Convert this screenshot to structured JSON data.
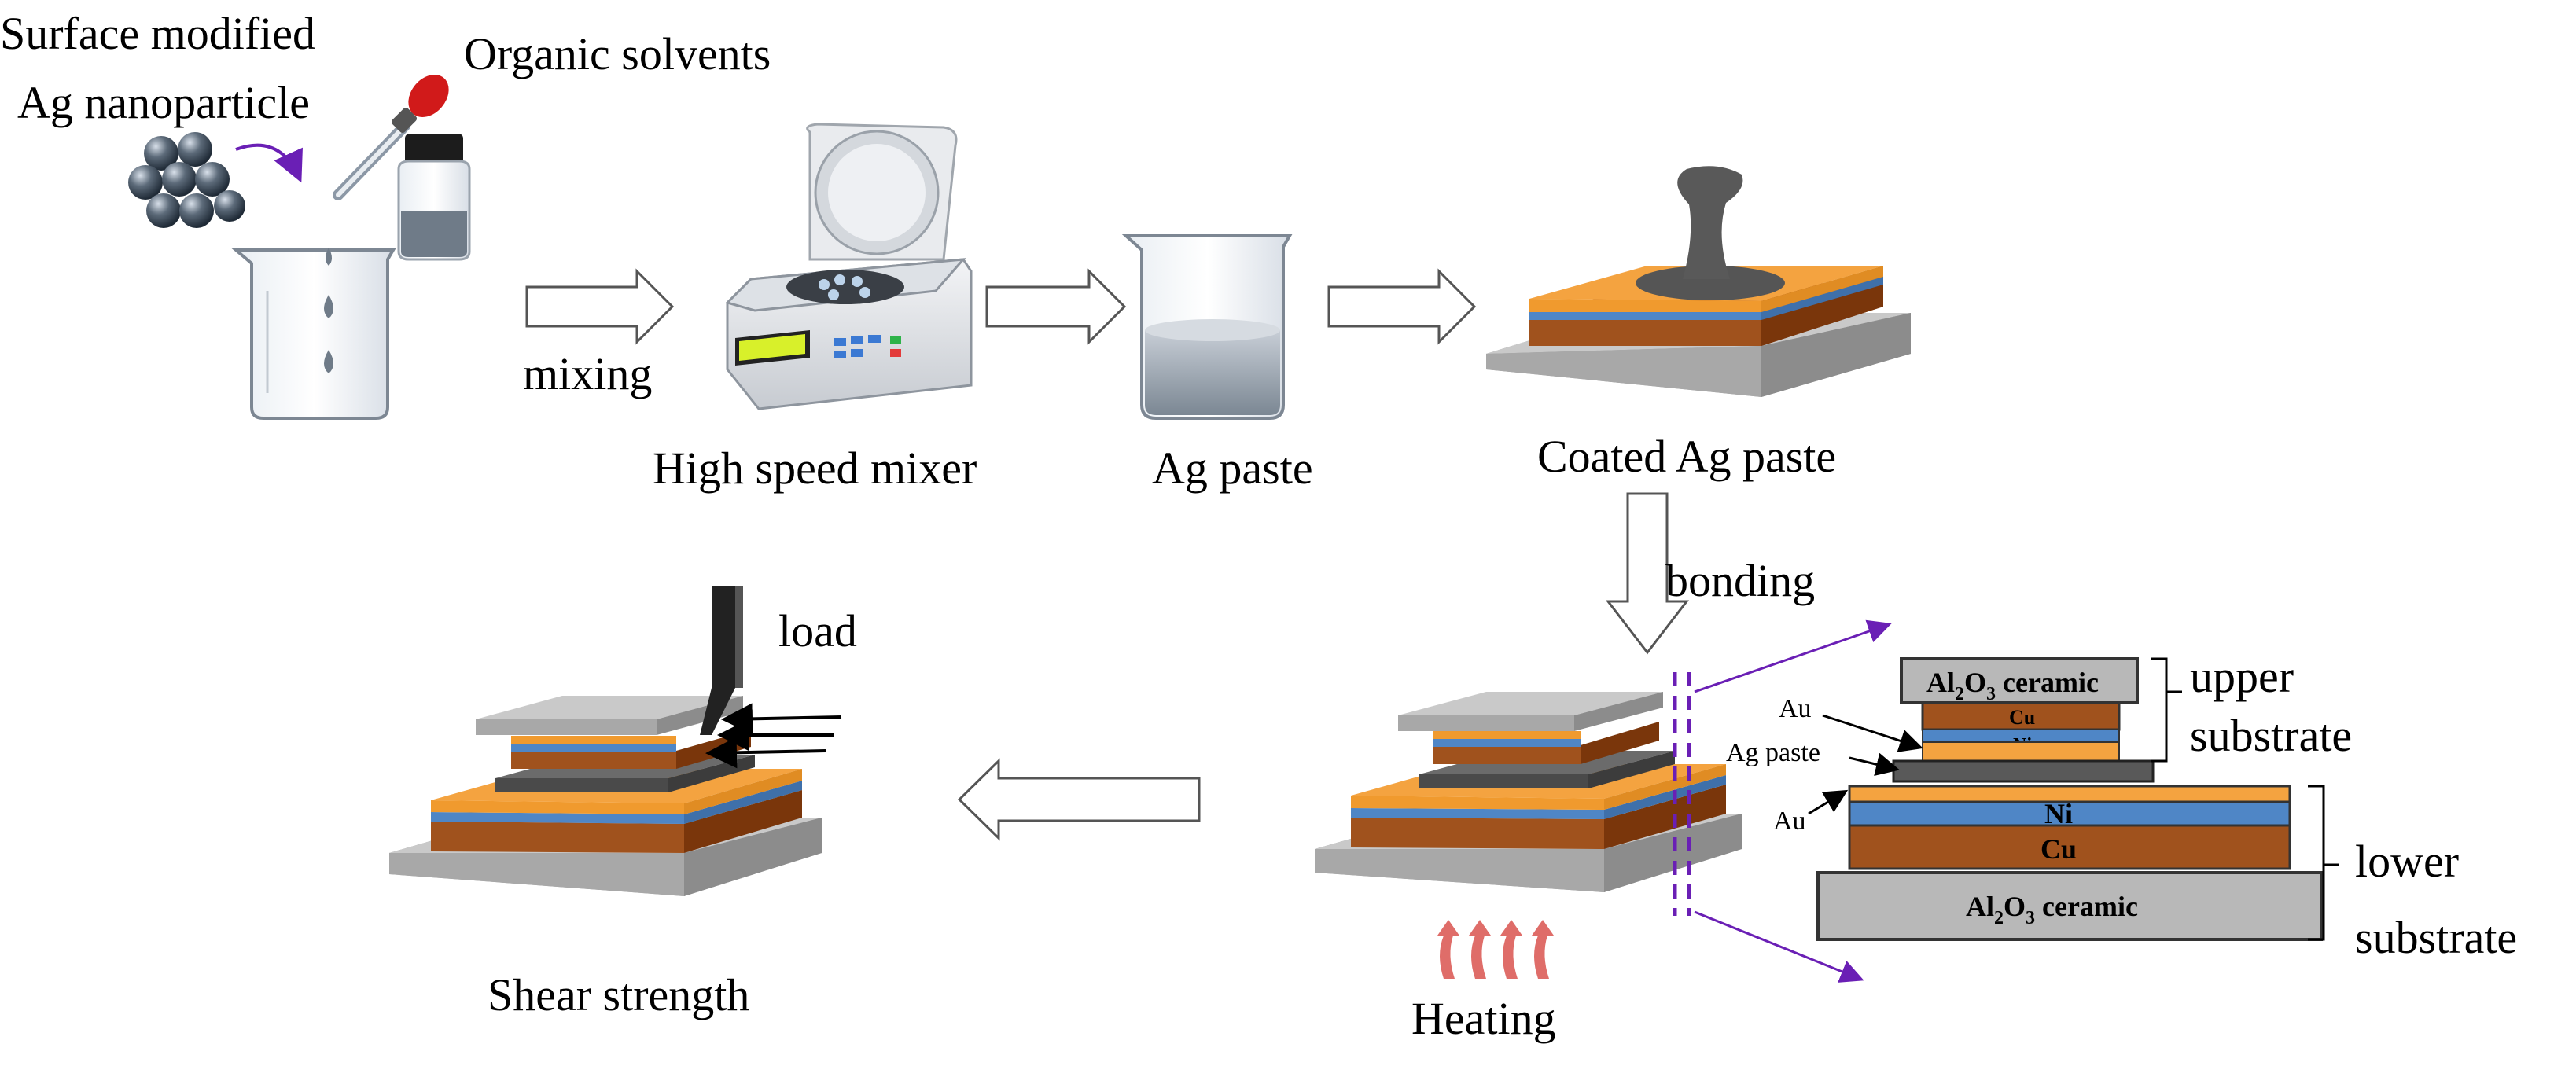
{
  "labels": {
    "np_line1": "Surface modified",
    "np_line2": "Ag nanoparticle",
    "solvents": "Organic solvents",
    "mixing": "mixing",
    "mixer": "High speed mixer",
    "ag_paste": "Ag paste",
    "coated": "Coated Ag paste",
    "bonding": "bonding",
    "load": "load",
    "shear": "Shear strength",
    "heating": "Heating"
  },
  "stack": {
    "al2o3": "Al",
    "al2o3_sub2": "2",
    "al2o3_o": "O",
    "al2o3_sub3": "3",
    "ceramic": " ceramic",
    "cu": "Cu",
    "ni": "Ni",
    "au": "Au",
    "ag_paste": "Ag paste",
    "upper_line1": "upper",
    "upper_line2": "substrate",
    "lower_line1": "lower",
    "lower_line2": "substrate"
  },
  "colors": {
    "copper": "#a0521d",
    "nickel": "#4f86c6",
    "gold": "#f4a340",
    "ceramic": "#b8b8b8",
    "paste": "#595959",
    "arrow_purple": "#6a1fb5",
    "heat": "#d9534f"
  }
}
